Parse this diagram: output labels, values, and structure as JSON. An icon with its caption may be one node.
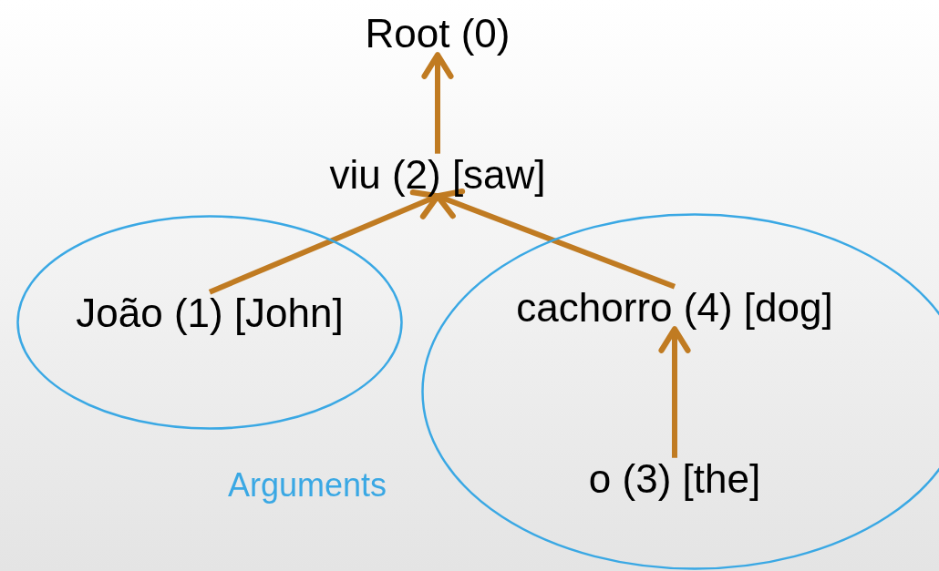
{
  "diagram": {
    "nodes": [
      {
        "text": [
          "Root (0)"
        ]
      },
      {
        "text": [
          "viu (2) [saw]"
        ]
      },
      {
        "text": [],
        "shape": "ellipse"
      },
      {
        "text": [
          "João (1) [John]"
        ],
        "in": 2
      },
      {
        "text": [],
        "shape": "ellipse"
      },
      {
        "text": [
          "cachorro (4) [dog]"
        ],
        "in": 4
      },
      {
        "text": [
          "o (3) [the]"
        ],
        "in": 4
      }
    ],
    "edges": [
      {
        "from": 1,
        "to": 0,
        "arrow": "to"
      },
      {
        "from": 3,
        "to": 1,
        "arrow": "to"
      },
      {
        "from": 5,
        "to": 1,
        "arrow": "to"
      },
      {
        "from": 6,
        "to": 5,
        "arrow": "to"
      }
    ],
    "labels": [
      "Arguments"
    ]
  }
}
